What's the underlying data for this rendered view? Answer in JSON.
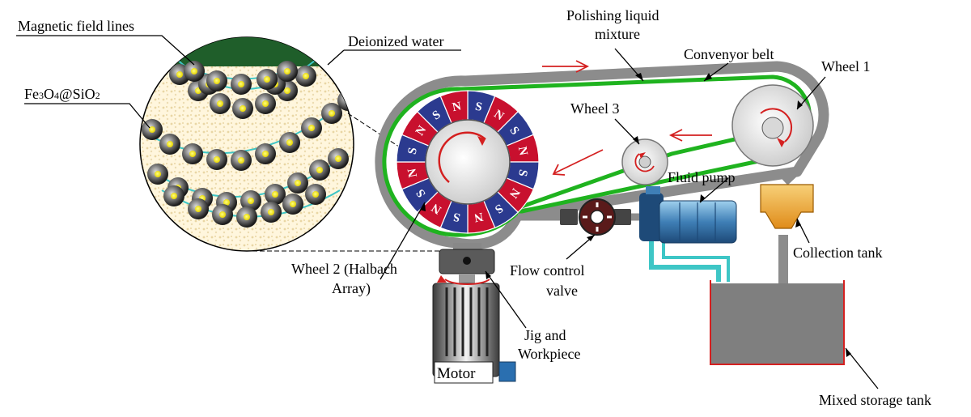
{
  "labels": {
    "magnetic_field_lines": "Magnetic field lines",
    "deionized_water": "Deionized water",
    "fe3o4_sio2_parts": [
      "Fe",
      "3",
      "O",
      "4",
      "@SiO",
      "2"
    ],
    "polishing_liquid_line1": "Polishing liquid",
    "polishing_liquid_line2": "mixture",
    "conveyor_belt": "Convenyor belt",
    "wheel1": "Wheel 1",
    "wheel3": "Wheel 3",
    "fluid_pump": "Fluid pump",
    "collection_tank": "Collection tank",
    "flow_control_line1": "Flow control",
    "flow_control_line2": "valve",
    "wheel2_line1": "Wheel 2 (Halbach",
    "wheel2_line2": "Array)",
    "jig_line1": "Jig and",
    "jig_line2": "Workpiece",
    "motor": "Motor",
    "mixed_storage_tank": "Mixed storage tank"
  },
  "halbach_array": {
    "segments": [
      "S",
      "N",
      "S",
      "N",
      "S",
      "N",
      "S",
      "N",
      "S",
      "N",
      "S",
      "N",
      "S",
      "N",
      "S",
      "N"
    ],
    "colors": {
      "navy": "#2b3a8f",
      "red": "#c8102e"
    }
  },
  "colors": {
    "belt": "#1fb31f",
    "housing": "#8c8c8c",
    "arrow": "#d42020",
    "tank_border": "#d42020",
    "fluid": "#7f7f7f",
    "field_line": "#3ec6c6",
    "particle_core": "#f0f000",
    "water": "#1f5e2a",
    "pump_body": "#4a8fc4",
    "collection_tank": "#f0a030"
  }
}
